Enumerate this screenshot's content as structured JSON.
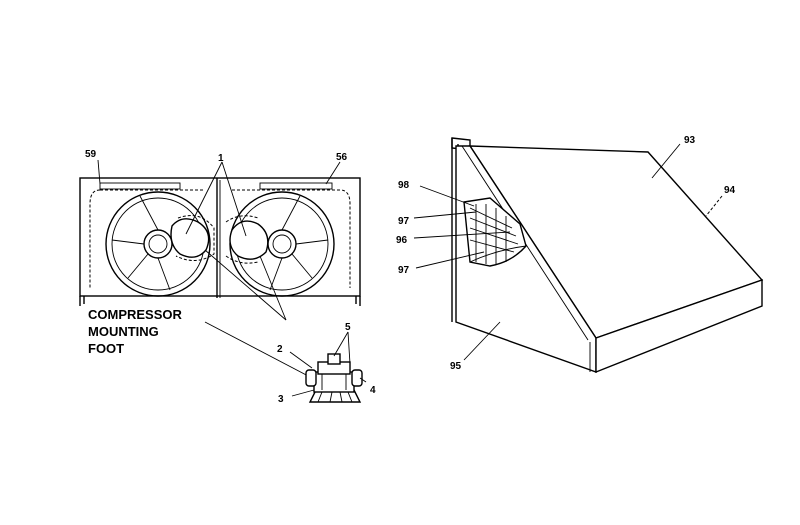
{
  "labels": {
    "part_1": "1",
    "part_2": "2",
    "part_3": "3",
    "part_4": "4",
    "part_5": "5",
    "part_56": "56",
    "part_59": "59",
    "part_93": "93",
    "part_94": "94",
    "part_95": "95",
    "part_96": "96",
    "part_97_upper": "97",
    "part_97_lower": "97",
    "part_98": "98",
    "callout_line_1": "COMPRESSOR",
    "callout_line_2": "MOUNTING",
    "callout_line_3": "FOOT"
  }
}
